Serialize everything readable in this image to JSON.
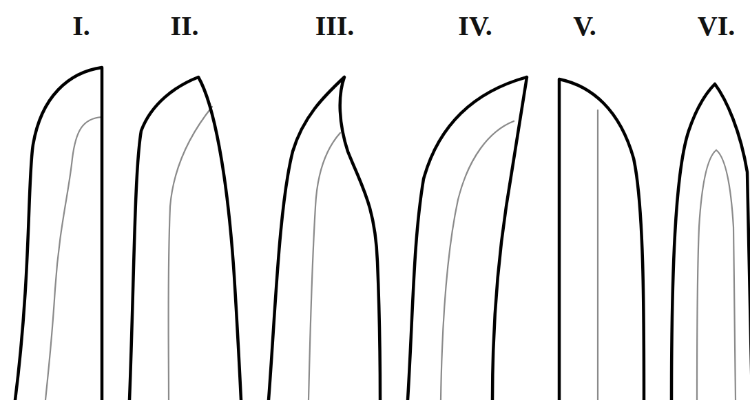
{
  "diagram": {
    "labels": [
      "I.",
      "II.",
      "III.",
      "IV.",
      "V.",
      "VI."
    ]
  }
}
